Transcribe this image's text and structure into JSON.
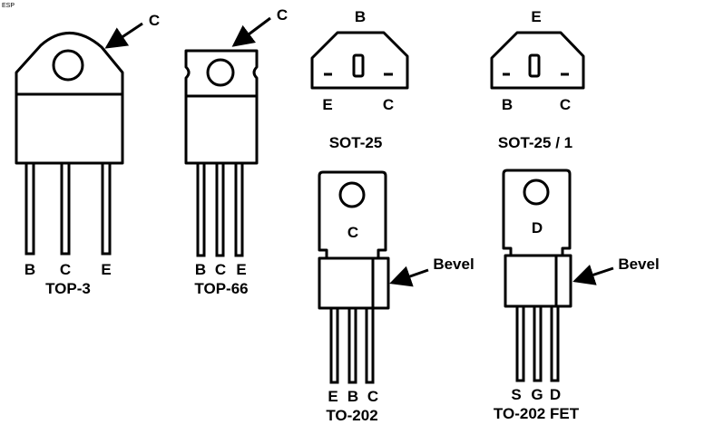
{
  "watermark": "ESP",
  "packages": {
    "top3": {
      "name": "TOP-3",
      "tab_label": "C",
      "pins": [
        "B",
        "C",
        "E"
      ]
    },
    "top66": {
      "name": "TOP-66",
      "tab_label": "C",
      "pins": [
        "B",
        "C",
        "E"
      ]
    },
    "sot25": {
      "name": "SOT-25",
      "top_pin": "B",
      "pins": [
        "E",
        "C"
      ]
    },
    "sot25_1": {
      "name": "SOT-25 / 1",
      "top_pin": "E",
      "pins": [
        "B",
        "C"
      ]
    },
    "to202": {
      "name": "TO-202",
      "tab_label": "C",
      "bevel_label": "Bevel",
      "pins": [
        "E",
        "B",
        "C"
      ]
    },
    "to202fet": {
      "name": "TO-202 FET",
      "tab_label": "D",
      "bevel_label": "Bevel",
      "pins": [
        "S",
        "G",
        "D"
      ]
    }
  }
}
